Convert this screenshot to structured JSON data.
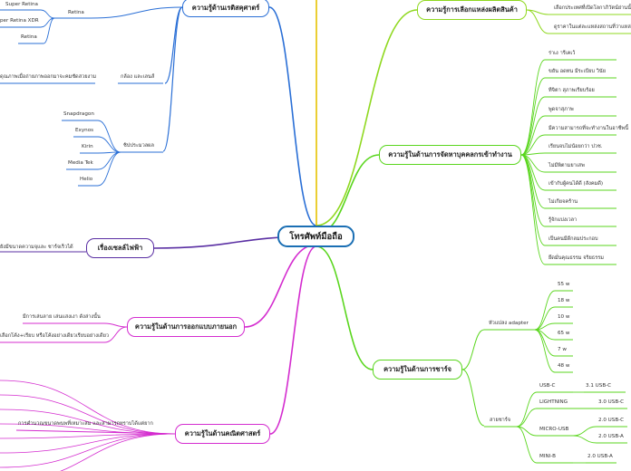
{
  "root": "โทรศัพท์มือถือ",
  "colors": {
    "blue": "#2a6fd6",
    "yellow": "#e6c200",
    "green": "#5ad61e",
    "lime": "#8fd81f",
    "magenta": "#d42ccf",
    "purple": "#5a2fa3",
    "root_border": "#1b6fb4"
  },
  "branches": {
    "screen": {
      "label": "ความรู้ด้านเรติสคุศาตร์",
      "retina": {
        "label": "Retina",
        "items": [
          "Super Retina",
          "per Retina XDR"
        ],
        "standalone": "Retina"
      },
      "camera": {
        "label": "กล้อง และเลนส์",
        "note": "ดุณภาพเมื่อถ่ายภาพออกมาจะคมชัดสวยงาม"
      },
      "chipset": {
        "label": "ชิปประมวลผล",
        "items": [
          "Snapdragon",
          "Exynos",
          "Kirin",
          "Media Tek",
          "Helio"
        ]
      }
    },
    "battery": {
      "label": "เรื่องเซลล์ไฟฟ้า",
      "note": "ยังมีขนาดความจุและ ชาร์จเร็วได้"
    },
    "design": {
      "label": "ความรู้ในด้านการออกแบบภายนอก",
      "items": [
        "มีการเล่นลาย เล่นแสงเงา ดังล่างนั้น",
        "เลือกโค้ง+เรียบ หรือโค้งอย่างเดียวเรียบอย่างเดียว"
      ]
    },
    "math": {
      "label": "ความรู้ในด้านคณิตศาสตร์",
      "note": "การคำนวณขนาดพนพที่เหมาะสม และสามารถทราบได้แต่ยาก"
    },
    "product": {
      "label": "ความรู้การเลือกแหล่งผลิตสินค้า",
      "items": [
        "เลือกประเทศที่เปิดโลกาภิวัตน์ย่านนั้น",
        "ดูราคาในแต่ละแหล่งสถานที่ว่าแหล่งใหม่ถูก"
      ]
    },
    "hr": {
      "label": "ความรู้ในด้านการจัดหาบุคคลกรเข้าทำงาน",
      "items": [
        "ร่าเง ารีเคเว้",
        "ขยัน อดทน มีระเบียบ วินัย",
        "ทีจิตา สุภาพเรียบร้อย",
        "พูดจาสุภาพ",
        "มีความสามารถที่จะทำงานในอาชีพนี้",
        "เรียนจบไม่น้อยกว่า ปวช.",
        "ไม่มีพิตามยาเสพ",
        "เข้ากับผู้คนได้ดี (สังคมดี)",
        "ไม่เกียจคร้าน",
        "รู้จักแบ่งเวลา",
        "เป็นคนมีดีกลมประกอบ",
        "ยึดมั่นคุณธรรม จริยธรรม"
      ]
    },
    "charging": {
      "label": "ความรู้ในด้านการชาร์จ",
      "adapter": {
        "label": "หัวแปลง adapter",
        "items": [
          "55 w",
          "18 w",
          "10 w",
          "65 w",
          "7 w",
          "48 w"
        ]
      },
      "cable": {
        "label": "สายชาร์จ",
        "types": [
          {
            "name": "USB-C",
            "versions": [
              "3.1 USB-C"
            ]
          },
          {
            "name": "LIGHTNING",
            "versions": [
              "3.0 USB-C"
            ]
          },
          {
            "name": "MICRO-USB",
            "versions": [
              "2.0 USB-C",
              "2.0 USB-A"
            ]
          },
          {
            "name": "MINI-B",
            "versions": [
              "2.0 USB-A"
            ]
          }
        ]
      }
    }
  }
}
